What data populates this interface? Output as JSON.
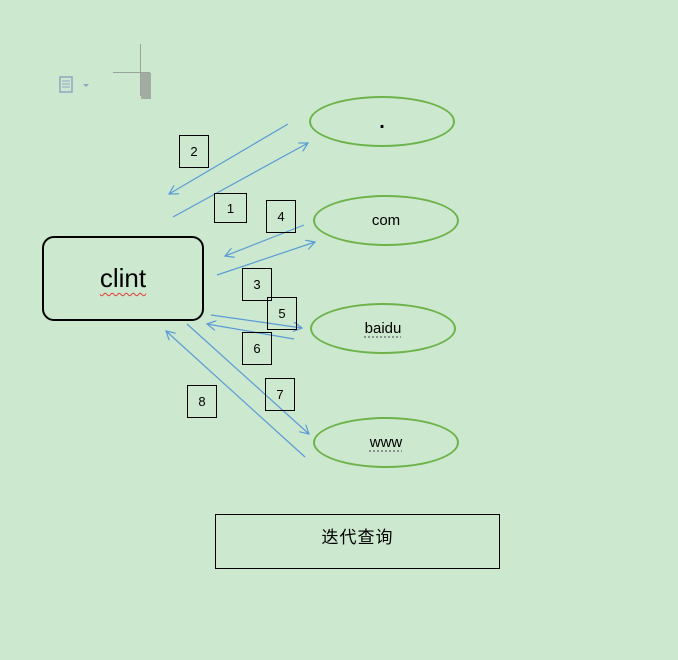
{
  "diagram": {
    "client": {
      "label": "clint"
    },
    "servers": [
      {
        "id": "root",
        "label": "."
      },
      {
        "id": "com",
        "label": "com"
      },
      {
        "id": "baidu",
        "label": "baidu"
      },
      {
        "id": "www",
        "label": "www"
      }
    ],
    "steps": [
      "1",
      "2",
      "3",
      "4",
      "5",
      "6",
      "7",
      "8"
    ],
    "caption": "迭代查询"
  },
  "colors": {
    "background": "#cce8cf",
    "arrow": "#5b9bd5",
    "ellipse_border": "#6db34a",
    "box_border": "#000000",
    "spell_underline": "#e53935"
  }
}
